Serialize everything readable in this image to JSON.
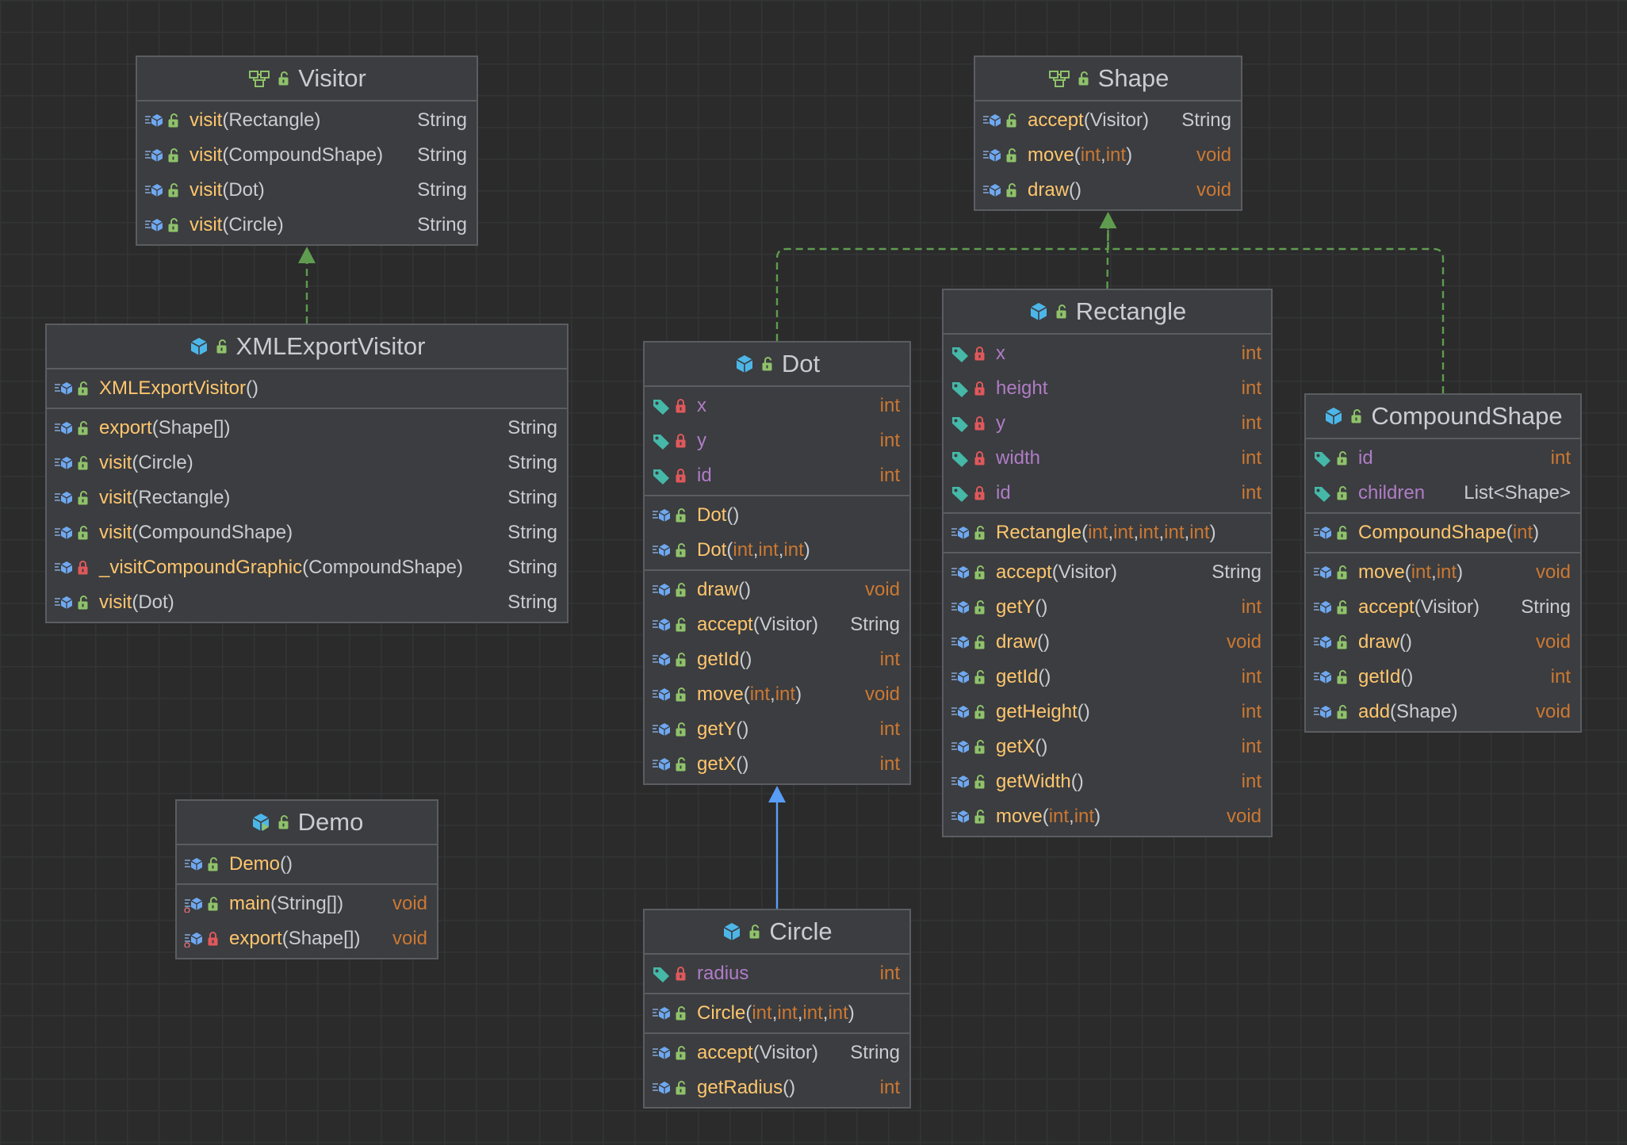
{
  "colors": {
    "background": "#2b2b2b",
    "node_fill": "#3b3d40",
    "node_border": "#5a5d61",
    "method_name": "#ffc66d",
    "field_name": "#b07cc6",
    "primitive_type": "#cc7832",
    "text": "#c9ccd0",
    "implements_edge": "#5f9c4f",
    "extends_edge": "#589df6"
  },
  "classes": [
    {
      "id": "visitor",
      "name": "Visitor",
      "kind": "interface",
      "sections": [
        [
          {
            "kind": "method",
            "vis": "public",
            "name": "visit",
            "params": [
              {
                "t": "Rectangle",
                "prim": false
              }
            ],
            "type": "String"
          },
          {
            "kind": "method",
            "vis": "public",
            "name": "visit",
            "params": [
              {
                "t": "CompoundShape",
                "prim": false
              }
            ],
            "type": "String"
          },
          {
            "kind": "method",
            "vis": "public",
            "name": "visit",
            "params": [
              {
                "t": "Dot",
                "prim": false
              }
            ],
            "type": "String"
          },
          {
            "kind": "method",
            "vis": "public",
            "name": "visit",
            "params": [
              {
                "t": "Circle",
                "prim": false
              }
            ],
            "type": "String"
          }
        ]
      ]
    },
    {
      "id": "shape",
      "name": "Shape",
      "kind": "interface",
      "sections": [
        [
          {
            "kind": "method",
            "vis": "public",
            "name": "accept",
            "params": [
              {
                "t": "Visitor",
                "prim": false
              }
            ],
            "type": "String"
          },
          {
            "kind": "method",
            "vis": "public",
            "name": "move",
            "params": [
              {
                "t": "int",
                "prim": true
              },
              {
                "t": "int",
                "prim": true
              }
            ],
            "type": "void"
          },
          {
            "kind": "method",
            "vis": "public",
            "name": "draw",
            "params": [],
            "type": "void"
          }
        ]
      ]
    },
    {
      "id": "xmlexportvisitor",
      "name": "XMLExportVisitor",
      "kind": "class",
      "sections": [
        [
          {
            "kind": "method",
            "vis": "public",
            "name": "XMLExportVisitor",
            "params": [],
            "type": ""
          }
        ],
        [
          {
            "kind": "method",
            "vis": "public",
            "name": "export",
            "params": [
              {
                "t": "Shape[]",
                "prim": false
              }
            ],
            "type": "String"
          },
          {
            "kind": "method",
            "vis": "public",
            "name": "visit",
            "params": [
              {
                "t": "Circle",
                "prim": false
              }
            ],
            "type": "String"
          },
          {
            "kind": "method",
            "vis": "public",
            "name": "visit",
            "params": [
              {
                "t": "Rectangle",
                "prim": false
              }
            ],
            "type": "String"
          },
          {
            "kind": "method",
            "vis": "public",
            "name": "visit",
            "params": [
              {
                "t": "CompoundShape",
                "prim": false
              }
            ],
            "type": "String"
          },
          {
            "kind": "method",
            "vis": "private",
            "name": "_visitCompoundGraphic",
            "params": [
              {
                "t": "CompoundShape",
                "prim": false
              }
            ],
            "type": "String"
          },
          {
            "kind": "method",
            "vis": "public",
            "name": "visit",
            "params": [
              {
                "t": "Dot",
                "prim": false
              }
            ],
            "type": "String"
          }
        ]
      ]
    },
    {
      "id": "dot",
      "name": "Dot",
      "kind": "class",
      "sections": [
        [
          {
            "kind": "field",
            "vis": "private",
            "name": "x",
            "type": "int"
          },
          {
            "kind": "field",
            "vis": "private",
            "name": "y",
            "type": "int"
          },
          {
            "kind": "field",
            "vis": "private",
            "name": "id",
            "type": "int"
          }
        ],
        [
          {
            "kind": "method",
            "vis": "public",
            "name": "Dot",
            "params": [],
            "type": ""
          },
          {
            "kind": "method",
            "vis": "public",
            "name": "Dot",
            "params": [
              {
                "t": "int",
                "prim": true
              },
              {
                "t": "int",
                "prim": true
              },
              {
                "t": "int",
                "prim": true
              }
            ],
            "type": ""
          }
        ],
        [
          {
            "kind": "method",
            "vis": "public",
            "name": "draw",
            "params": [],
            "type": "void"
          },
          {
            "kind": "method",
            "vis": "public",
            "name": "accept",
            "params": [
              {
                "t": "Visitor",
                "prim": false
              }
            ],
            "type": "String"
          },
          {
            "kind": "method",
            "vis": "public",
            "name": "getId",
            "params": [],
            "type": "int"
          },
          {
            "kind": "method",
            "vis": "public",
            "name": "move",
            "params": [
              {
                "t": "int",
                "prim": true
              },
              {
                "t": "int",
                "prim": true
              }
            ],
            "type": "void"
          },
          {
            "kind": "method",
            "vis": "public",
            "name": "getY",
            "params": [],
            "type": "int"
          },
          {
            "kind": "method",
            "vis": "public",
            "name": "getX",
            "params": [],
            "type": "int"
          }
        ]
      ]
    },
    {
      "id": "rectangle",
      "name": "Rectangle",
      "kind": "class",
      "sections": [
        [
          {
            "kind": "field",
            "vis": "private",
            "name": "x",
            "type": "int"
          },
          {
            "kind": "field",
            "vis": "private",
            "name": "height",
            "type": "int"
          },
          {
            "kind": "field",
            "vis": "private",
            "name": "y",
            "type": "int"
          },
          {
            "kind": "field",
            "vis": "private",
            "name": "width",
            "type": "int"
          },
          {
            "kind": "field",
            "vis": "private",
            "name": "id",
            "type": "int"
          }
        ],
        [
          {
            "kind": "method",
            "vis": "public",
            "name": "Rectangle",
            "params": [
              {
                "t": "int",
                "prim": true
              },
              {
                "t": "int",
                "prim": true
              },
              {
                "t": "int",
                "prim": true
              },
              {
                "t": "int",
                "prim": true
              },
              {
                "t": "int",
                "prim": true
              }
            ],
            "type": ""
          }
        ],
        [
          {
            "kind": "method",
            "vis": "public",
            "name": "accept",
            "params": [
              {
                "t": "Visitor",
                "prim": false
              }
            ],
            "type": "String"
          },
          {
            "kind": "method",
            "vis": "public",
            "name": "getY",
            "params": [],
            "type": "int"
          },
          {
            "kind": "method",
            "vis": "public",
            "name": "draw",
            "params": [],
            "type": "void"
          },
          {
            "kind": "method",
            "vis": "public",
            "name": "getId",
            "params": [],
            "type": "int"
          },
          {
            "kind": "method",
            "vis": "public",
            "name": "getHeight",
            "params": [],
            "type": "int"
          },
          {
            "kind": "method",
            "vis": "public",
            "name": "getX",
            "params": [],
            "type": "int"
          },
          {
            "kind": "method",
            "vis": "public",
            "name": "getWidth",
            "params": [],
            "type": "int"
          },
          {
            "kind": "method",
            "vis": "public",
            "name": "move",
            "params": [
              {
                "t": "int",
                "prim": true
              },
              {
                "t": "int",
                "prim": true
              }
            ],
            "type": "void"
          }
        ]
      ]
    },
    {
      "id": "compoundshape",
      "name": "CompoundShape",
      "kind": "class",
      "sections": [
        [
          {
            "kind": "field",
            "vis": "public",
            "name": "id",
            "type": "int"
          },
          {
            "kind": "field",
            "vis": "public",
            "name": "children",
            "type": "List<Shape>"
          }
        ],
        [
          {
            "kind": "method",
            "vis": "public",
            "name": "CompoundShape",
            "params": [
              {
                "t": "int",
                "prim": true
              }
            ],
            "type": ""
          }
        ],
        [
          {
            "kind": "method",
            "vis": "public",
            "name": "move",
            "params": [
              {
                "t": "int",
                "prim": true
              },
              {
                "t": "int",
                "prim": true
              }
            ],
            "type": "void"
          },
          {
            "kind": "method",
            "vis": "public",
            "name": "accept",
            "params": [
              {
                "t": "Visitor",
                "prim": false
              }
            ],
            "type": "String"
          },
          {
            "kind": "method",
            "vis": "public",
            "name": "draw",
            "params": [],
            "type": "void"
          },
          {
            "kind": "method",
            "vis": "public",
            "name": "getId",
            "params": [],
            "type": "int"
          },
          {
            "kind": "method",
            "vis": "public",
            "name": "add",
            "params": [
              {
                "t": "Shape",
                "prim": false
              }
            ],
            "type": "void"
          }
        ]
      ]
    },
    {
      "id": "demo",
      "name": "Demo",
      "kind": "class-main",
      "sections": [
        [
          {
            "kind": "method",
            "vis": "public",
            "name": "Demo",
            "params": [],
            "type": ""
          }
        ],
        [
          {
            "kind": "method",
            "vis": "public",
            "static": true,
            "name": "main",
            "params": [
              {
                "t": "String[]",
                "prim": false
              }
            ],
            "type": "void"
          },
          {
            "kind": "method",
            "vis": "private",
            "static": true,
            "name": "export",
            "params": [
              {
                "t": "Shape[]",
                "prim": false
              }
            ],
            "type": "void"
          }
        ]
      ]
    },
    {
      "id": "circle",
      "name": "Circle",
      "kind": "class",
      "sections": [
        [
          {
            "kind": "field",
            "vis": "private",
            "name": "radius",
            "type": "int"
          }
        ],
        [
          {
            "kind": "method",
            "vis": "public",
            "name": "Circle",
            "params": [
              {
                "t": "int",
                "prim": true
              },
              {
                "t": "int",
                "prim": true
              },
              {
                "t": "int",
                "prim": true
              },
              {
                "t": "int",
                "prim": true
              }
            ],
            "type": ""
          }
        ],
        [
          {
            "kind": "method",
            "vis": "public",
            "name": "accept",
            "params": [
              {
                "t": "Visitor",
                "prim": false
              }
            ],
            "type": "String"
          },
          {
            "kind": "method",
            "vis": "public",
            "name": "getRadius",
            "params": [],
            "type": "int"
          }
        ]
      ]
    }
  ],
  "relations": [
    {
      "from": "xmlexportvisitor",
      "to": "visitor",
      "type": "implements"
    },
    {
      "from": "dot",
      "to": "shape",
      "type": "implements"
    },
    {
      "from": "rectangle",
      "to": "shape",
      "type": "implements"
    },
    {
      "from": "compoundshape",
      "to": "shape",
      "type": "implements"
    },
    {
      "from": "circle",
      "to": "dot",
      "type": "extends"
    }
  ]
}
